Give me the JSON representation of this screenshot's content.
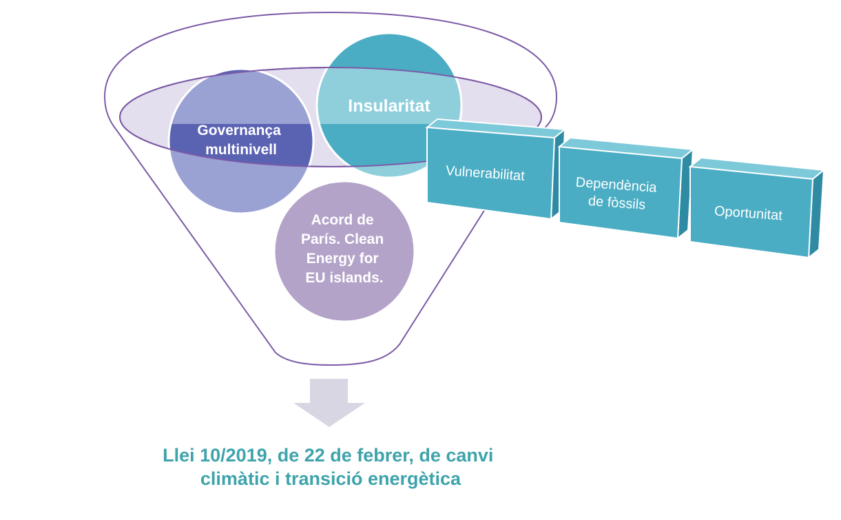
{
  "funnel": {
    "circles": [
      {
        "id": "governanca",
        "lines": [
          "Governança",
          "multinivell"
        ],
        "color": "#5a62b2"
      },
      {
        "id": "insularitat",
        "lines": [
          "Insularitat"
        ],
        "color": "#4aadc4"
      },
      {
        "id": "acord",
        "lines": [
          "Acord de",
          "París. Clean",
          "Energy for",
          "EU islands."
        ],
        "color": "#b3a3c9"
      }
    ],
    "rim_color": "#7b5aa6",
    "rim_fill": "#e4dfee"
  },
  "blocks": [
    {
      "id": "vulnerabilitat",
      "lines": [
        "Vulnerabilitat"
      ]
    },
    {
      "id": "dependencia",
      "lines": [
        "Dependència",
        "de fòssils"
      ]
    },
    {
      "id": "oportunitat",
      "lines": [
        "Oportunitat"
      ]
    }
  ],
  "block_colors": {
    "front": "#4aadc4",
    "top": "#7cc9da",
    "side": "#2f8aa3"
  },
  "arrow_color": "#d9d6e4",
  "result": {
    "lines": [
      "Llei 10/2019, de 22 de febrer, de canvi",
      "climàtic i transició energètica"
    ],
    "color": "#3ea3ab"
  }
}
